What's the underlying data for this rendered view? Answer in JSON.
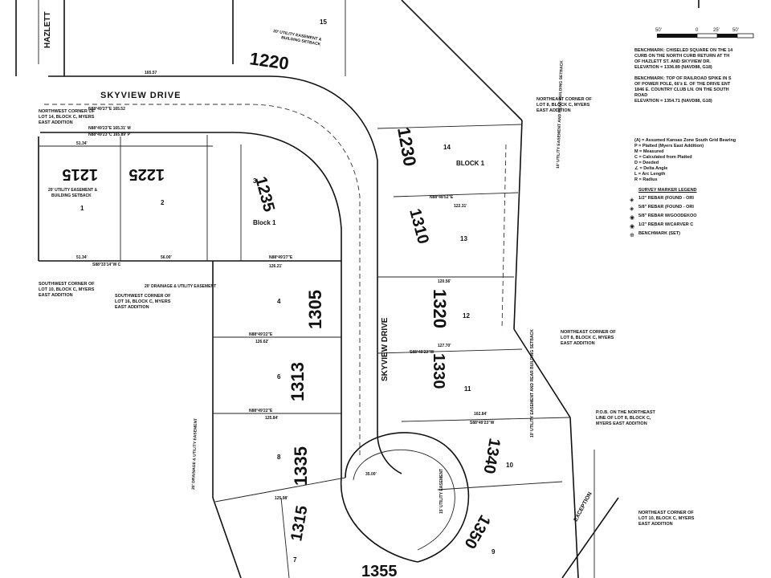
{
  "streets": {
    "skyview_top": "SKYVIEW DRIVE",
    "skyview_vertical": "SKYVIEW DRIVE",
    "hazlett": "HAZLETT"
  },
  "blocks": {
    "block1_left": "Block 1",
    "block1_right": "BLOCK 1"
  },
  "lots": [
    "1",
    "2",
    "3",
    "4",
    "6",
    "8",
    "7",
    "15",
    "14",
    "13",
    "12",
    "11",
    "10",
    "9"
  ],
  "addresses": [
    "1215",
    "1225",
    "1235",
    "1220",
    "1230",
    "1310",
    "1305",
    "1313",
    "1320",
    "1330",
    "1335",
    "1315",
    "1340",
    "1350",
    "1355"
  ],
  "corner_labels": {
    "nw_lot14": [
      "NORTHWEST CORNER OF",
      "LOT 14, BLOCK C, MYERS",
      "EAST ADDITION"
    ],
    "ne_lot8_top": [
      "NORTHEAST CORNER OF",
      "LOT 8, BLOCK C, MYERS",
      "EAST ADDITION"
    ],
    "sw_lot10": [
      "SOUTHWEST CORNER OF",
      "LOT 10, BLOCK C, MYERS",
      "EAST ADDITION"
    ],
    "sw_lot16": [
      "SOUTHWEST CORNER OF",
      "LOT 16, BLOCK C, MYERS",
      "EAST ADDITION"
    ],
    "ne_lot8_mid": [
      "NORTHEAST CORNER OF",
      "LOT 8, BLOCK C, MYERS",
      "EAST ADDITION"
    ],
    "pob": [
      "P.O.B. ON THE NORTHEAST",
      "LINE OF LOT 8, BLOCK C,",
      "MYERS EAST ADDITION"
    ],
    "ne_lot10": [
      "NORTHEAST CORNER OF",
      "LOT 10, BLOCK C, MYERS",
      "EAST ADDITION"
    ]
  },
  "easements": {
    "utility_setback": [
      "20' UTILITY EASEMENT &",
      "BUILDING SETBACK"
    ],
    "drainage_utility": "20' DRAINAGE & UTILITY EASEMENT",
    "rear_setback": "10' UTILITY EASEMENT AND REAR BUILDING SETBACK",
    "exception": "EXCEPTION",
    "utility_easement": "15' UTILITY EASEMENT"
  },
  "bearings": {
    "b1": "N88°49'27\"E  165.52",
    "b2": "N88°49'23\"E  165.31' M",
    "b3": "N88°49'23\"C  165.89' P",
    "b4": "S88°33'14\"W  C",
    "b5": "N88°49'27\"E",
    "b6": "N88°49'22\"E",
    "b7": "N88°49'22\"E",
    "b8": "S88°49'23\"W",
    "b9": "N88°48'52\"E",
    "b10": "S88°49'23\"W",
    "d1": "165.57",
    "d2": "51.34'",
    "d3": "51.34'",
    "d4": "56.00'",
    "d5": "126.21'",
    "d6": "126.62'",
    "d7": "125.84'",
    "d8": "125.98'",
    "d9": "122.31'",
    "d10": "120.56'",
    "d11": "127.70'",
    "d12": "162.84'",
    "d13": "35.00'"
  },
  "scale": {
    "labels": [
      "50'",
      "0",
      "25'",
      "50'"
    ]
  },
  "benchmark_notes": [
    "BENCHMARK: CHISELED SQUARE ON THE 14",
    "CURB ON THE NORTH CURB RETURN AT TH",
    "OF HAZLETT ST. AND SKYVIEW DR.",
    "ELEVATION = 1336.89 (NAVD88, G18)",
    "",
    "BENCHMARK: TOP OF RAILROAD SPIKE IN S",
    "OF POWER POLE, 66'± E. OF THE DRIVE ENT",
    "1846 E. COUNTRY CLUB LN. ON THE SOUTH",
    "ROAD",
    "ELEVATION = 1354.71 (NAVD88, G18)"
  ],
  "legend": {
    "abbrev": [
      "(A) = Assumed Kansas Zone South Grid Bearing",
      "P = Platted (Myers East Addition)",
      "M = Measured",
      "C = Calculated from Platted",
      "D = Deeded",
      "∠ = Delta Angle",
      "L = Arc Length",
      "R = Radius"
    ],
    "title": "SURVEY MARKER LEGEND",
    "items": [
      "1/2\" REBAR (FOUND - ORI",
      "5/8\" REBAR (FOUND - ORI",
      "5/8\" REBAR W/GOODEKOO",
      "1/2\" REBAR W/CARVER C",
      "BENCHMARK (SET)"
    ]
  }
}
